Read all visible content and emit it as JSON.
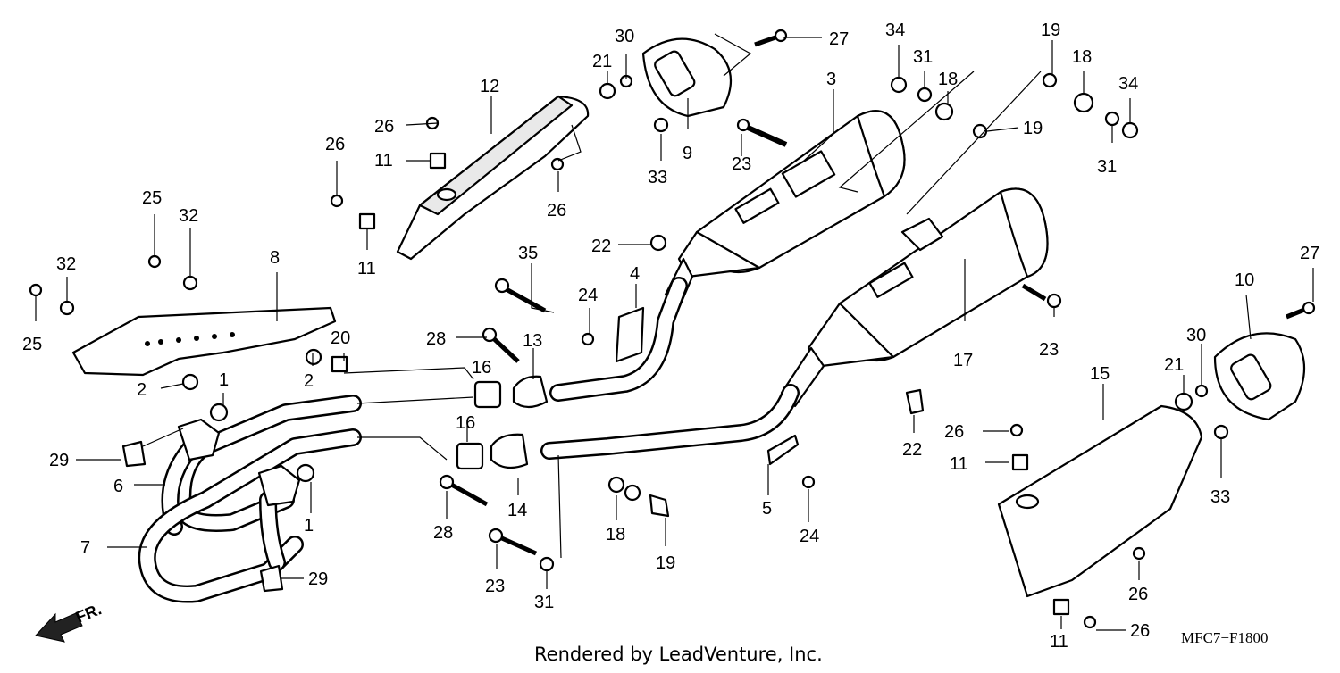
{
  "diagram": {
    "callouts": [
      "27",
      "30",
      "21",
      "34",
      "31",
      "18",
      "19",
      "18",
      "34",
      "12",
      "3",
      "26",
      "11",
      "9",
      "33",
      "23",
      "19",
      "31",
      "26",
      "26",
      "11",
      "25",
      "32",
      "32",
      "8",
      "22",
      "35",
      "4",
      "24",
      "20",
      "28",
      "13",
      "16",
      "2",
      "2",
      "1",
      "25",
      "17",
      "23",
      "27",
      "10",
      "30",
      "21",
      "15",
      "16",
      "29",
      "6",
      "26",
      "11",
      "33",
      "22",
      "14",
      "28",
      "18",
      "19",
      "5",
      "24",
      "7",
      "1",
      "23",
      "31",
      "29",
      "26",
      "11",
      "26"
    ],
    "labels": {
      "front_arrow": "FR.",
      "footer": "Rendered by LeadVenture, Inc.",
      "diagram_code": "MFC7−F1800"
    }
  }
}
